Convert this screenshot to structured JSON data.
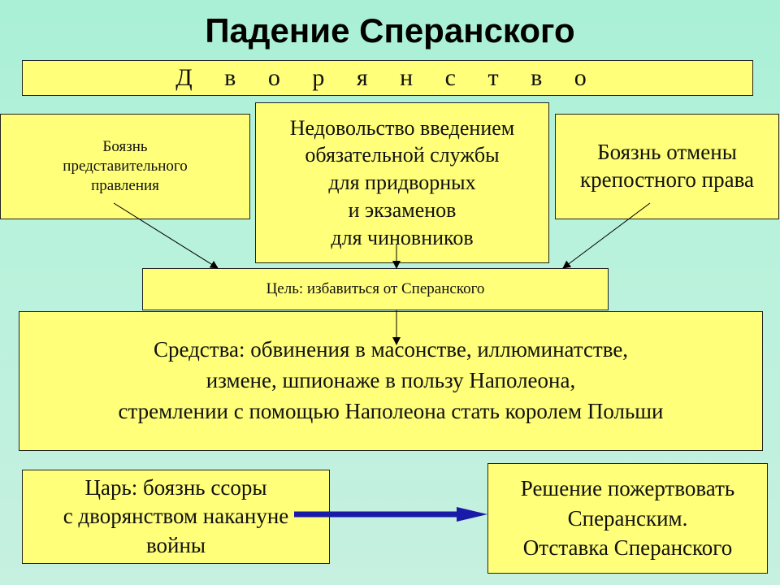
{
  "title": "Падение Сперанского",
  "nobility": "Д в о р я н с т в о",
  "causes": {
    "fear_representative": "Боязнь\nпредставительного\nправления",
    "discontent": "Недовольство введением\nобязательной службы\nдля придворных\nи экзаменов\nдля чиновников",
    "fear_serfdom": "Боязнь отмены\nкрепостного права"
  },
  "goal": "Цель: избавиться от Сперанского",
  "means": "Средства: обвинения в масонстве, иллюминатстве,\nизмене, шпионаже в пользу Наполеона,\nстремлении с помощью Наполеона стать королем Польши",
  "tsar": "Царь: боязнь ссоры\nс дворянством накануне\nвойны",
  "decision": "Решение пожертвовать\nСперанским.\nОтставка Сперанского",
  "colors": {
    "box_fill": "#ffff7a",
    "big_arrow": "#1a1aa8",
    "background": "#b8f2dc"
  }
}
